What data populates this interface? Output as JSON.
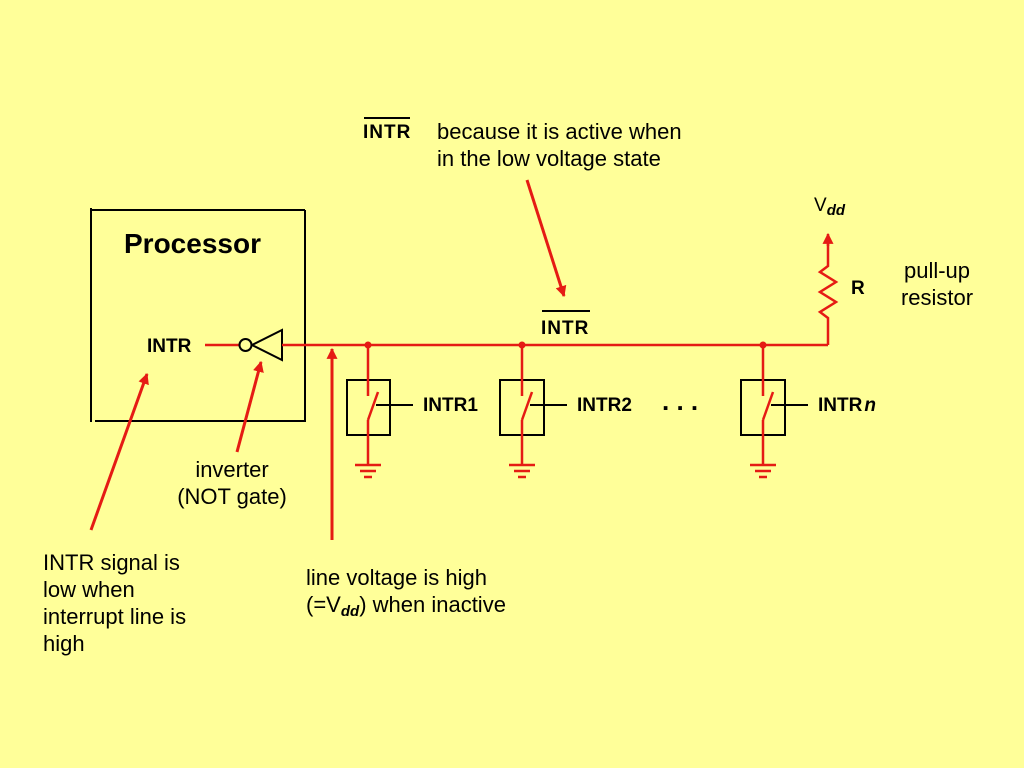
{
  "colors": {
    "background": "#FFFF99",
    "wire": "#E51B14",
    "ink": "#000000"
  },
  "top_note": {
    "signal": "INTR",
    "line1": "because it is active when",
    "line2": "in the low voltage state"
  },
  "processor": {
    "title": "Processor",
    "pin_label": "INTR"
  },
  "bus_label": "INTR",
  "supply": {
    "v": "V",
    "sub": "dd",
    "resistor": "R",
    "note_line1": "pull-up",
    "note_line2": "resistor"
  },
  "devices": [
    {
      "label": "INTR1",
      "suffix": ""
    },
    {
      "label": "INTR2",
      "suffix": ""
    },
    {
      "label": "INTR",
      "suffix": "n"
    }
  ],
  "ellipsis": ". . .",
  "notes": {
    "inverter_line1": "inverter",
    "inverter_line2": "(NOT gate)",
    "line_voltage_line1": "line voltage is high",
    "line_voltage_prefix": "(=V",
    "line_voltage_sub": "dd",
    "line_voltage_suffix": ") when inactive",
    "signal_low": [
      "INTR signal is",
      "low when",
      "interrupt line is",
      "high"
    ]
  }
}
